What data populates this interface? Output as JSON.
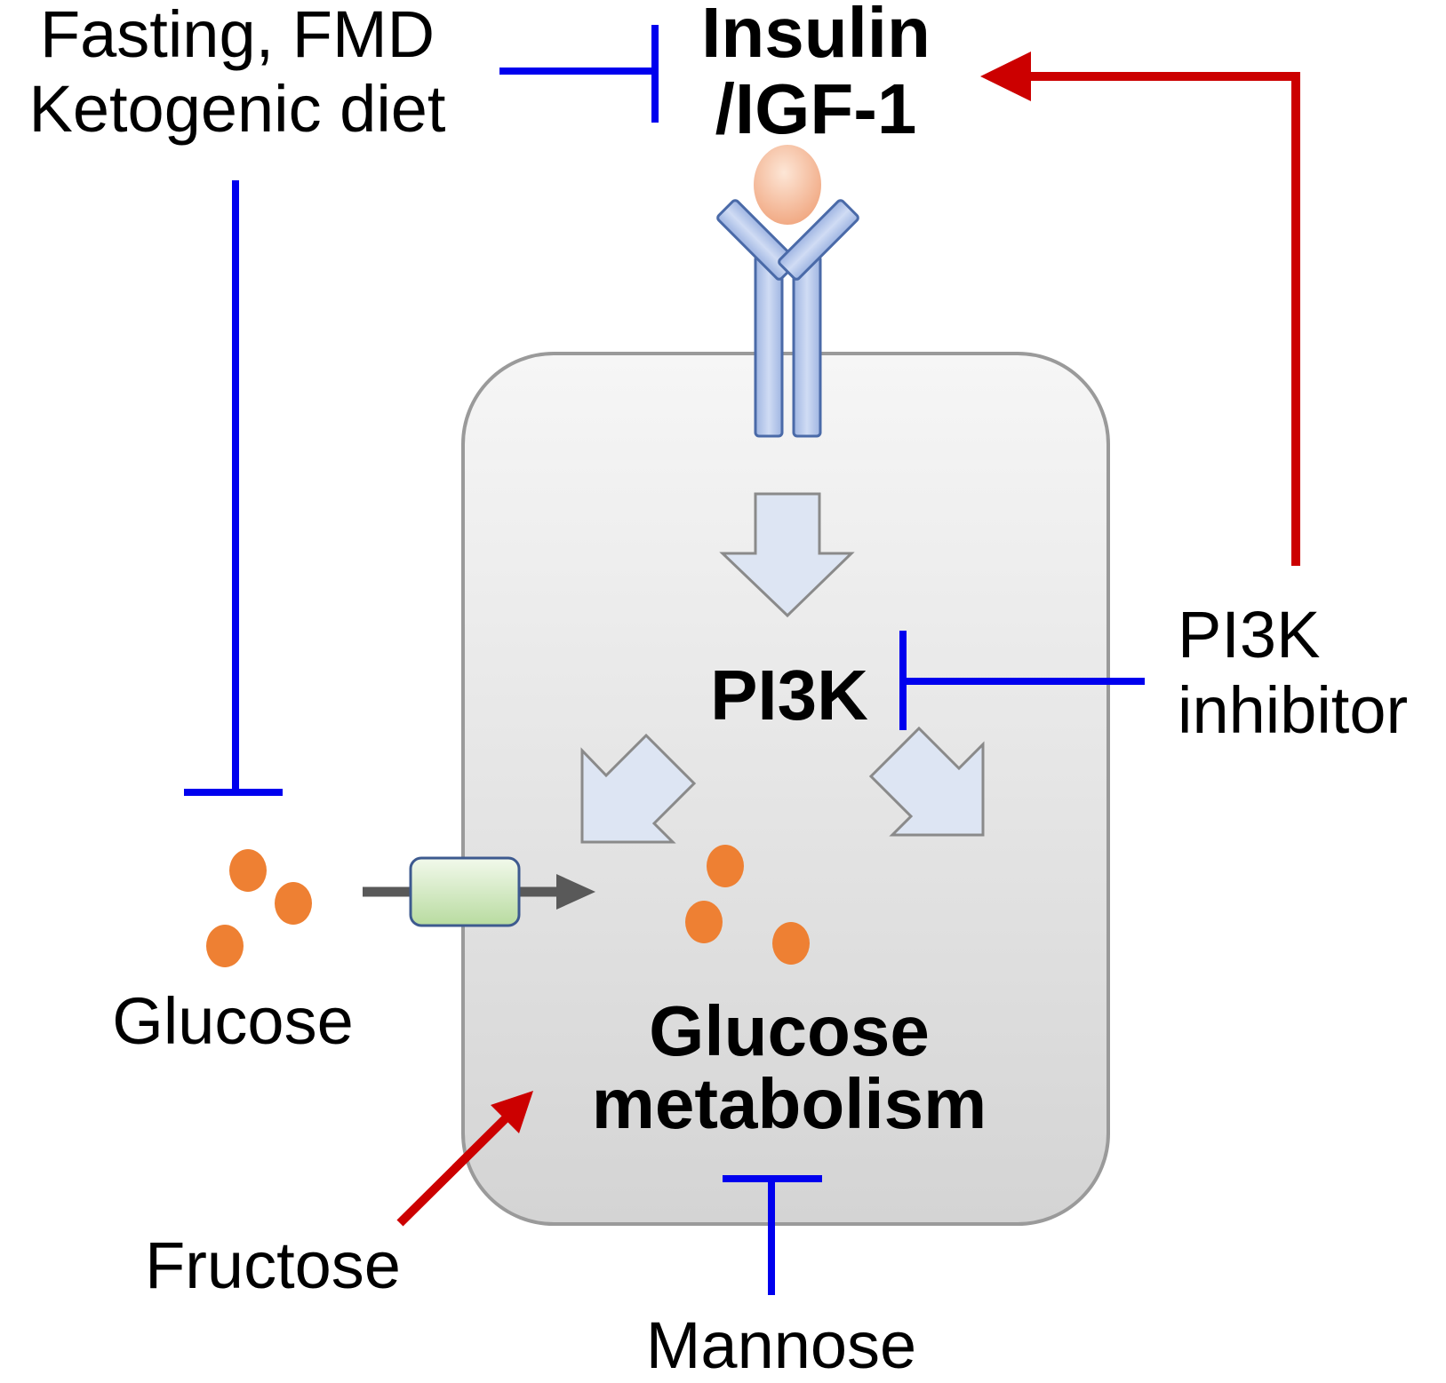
{
  "labels": {
    "intervention": {
      "line1": "Fasting, FMD",
      "line2": "Ketogenic diet"
    },
    "ligand": {
      "line1": "Insulin",
      "line2": "/IGF-1"
    },
    "pi3k": "PI3K",
    "pi3k_inhibitor": {
      "line1": "PI3K",
      "line2": "inhibitor"
    },
    "glucose": "Glucose",
    "glucose_metabolism": {
      "line1": "Glucose",
      "line2": "metabolism"
    },
    "fructose": "Fructose",
    "mannose": "Mannose"
  },
  "colors": {
    "inhibition": "#0000ee",
    "activation": "#cc0000",
    "glucose_dot": "#ee8033",
    "cell_border": "#9a9a9a",
    "receptor_fill": "#b4c6ea",
    "receptor_stroke": "#4a6aa8",
    "pathway_arrow_fill": "#dde5f3",
    "transporter_fill": "#cfe6bf",
    "transporter_stroke": "#3d5a8f",
    "transport_arrow": "#595959"
  },
  "edges": [
    {
      "from": "Fasting, FMD / Ketogenic diet",
      "to": "Insulin /IGF-1",
      "effect": "inhibits"
    },
    {
      "from": "Fasting, FMD / Ketogenic diet",
      "to": "Glucose",
      "effect": "inhibits"
    },
    {
      "from": "PI3K inhibitor",
      "to": "Insulin /IGF-1",
      "effect": "activates"
    },
    {
      "from": "PI3K inhibitor",
      "to": "PI3K",
      "effect": "inhibits"
    },
    {
      "from": "Fructose",
      "to": "Glucose metabolism",
      "effect": "activates"
    },
    {
      "from": "Mannose",
      "to": "Glucose metabolism",
      "effect": "inhibits"
    },
    {
      "from": "Glucose",
      "to": "Glucose metabolism",
      "effect": "transport"
    }
  ]
}
